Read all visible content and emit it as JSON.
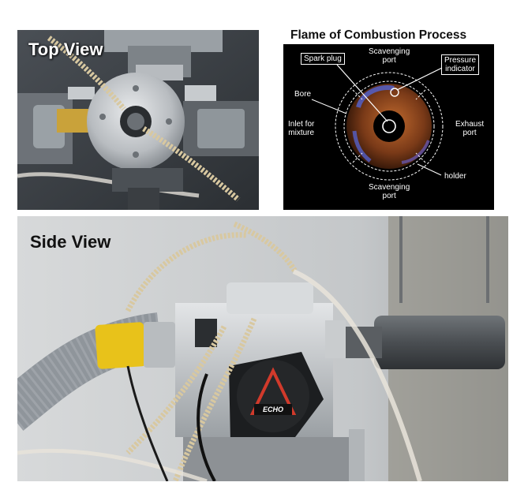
{
  "top_view": {
    "label": "Top View"
  },
  "flame": {
    "title": "Flame of Combustion Process",
    "labels": {
      "spark_plug": "Spark plug",
      "scavenging_port_top": "Scavenging\nport",
      "pressure_indicator": "Pressure\nindicator",
      "bore": "Bore",
      "inlet_for_mixture": "Inlet for\nmixture",
      "exhaust_port": "Exhaust\nport",
      "holder": "holder",
      "scavenging_port_bottom": "Scavenging\nport"
    }
  },
  "side_view": {
    "label": "Side View",
    "brand_logo": "ECHO"
  },
  "colors": {
    "flame_orange": "#b0602a",
    "flame_blue": "#5560c8",
    "tape_yellow": "#e8c21a",
    "hose_grey": "#8f959b"
  }
}
